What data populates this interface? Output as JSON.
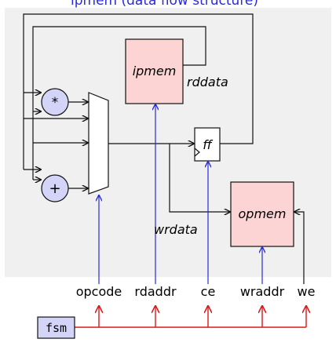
{
  "header": {
    "partial_title": "ipmem (data flow structure)"
  },
  "blocks": {
    "ipmem": "ipmem",
    "opmem": "opmem",
    "ff": "ff",
    "fsm": "fsm",
    "mul": "*",
    "add": "+"
  },
  "wires": {
    "rddata": "rddata",
    "wrdata": "wrdata"
  },
  "signals": [
    "opcode",
    "rdaddr",
    "ce",
    "wraddr",
    "we"
  ],
  "colors": {
    "panel": "#f0f0f0",
    "mem_fill": "#fcd4d4",
    "op_fill": "#d4d4f8",
    "fsm_fill": "#d4d4f8",
    "control": "#2a2ad8",
    "fsm_line": "#d61a1a",
    "title": "#2a2ad8"
  }
}
